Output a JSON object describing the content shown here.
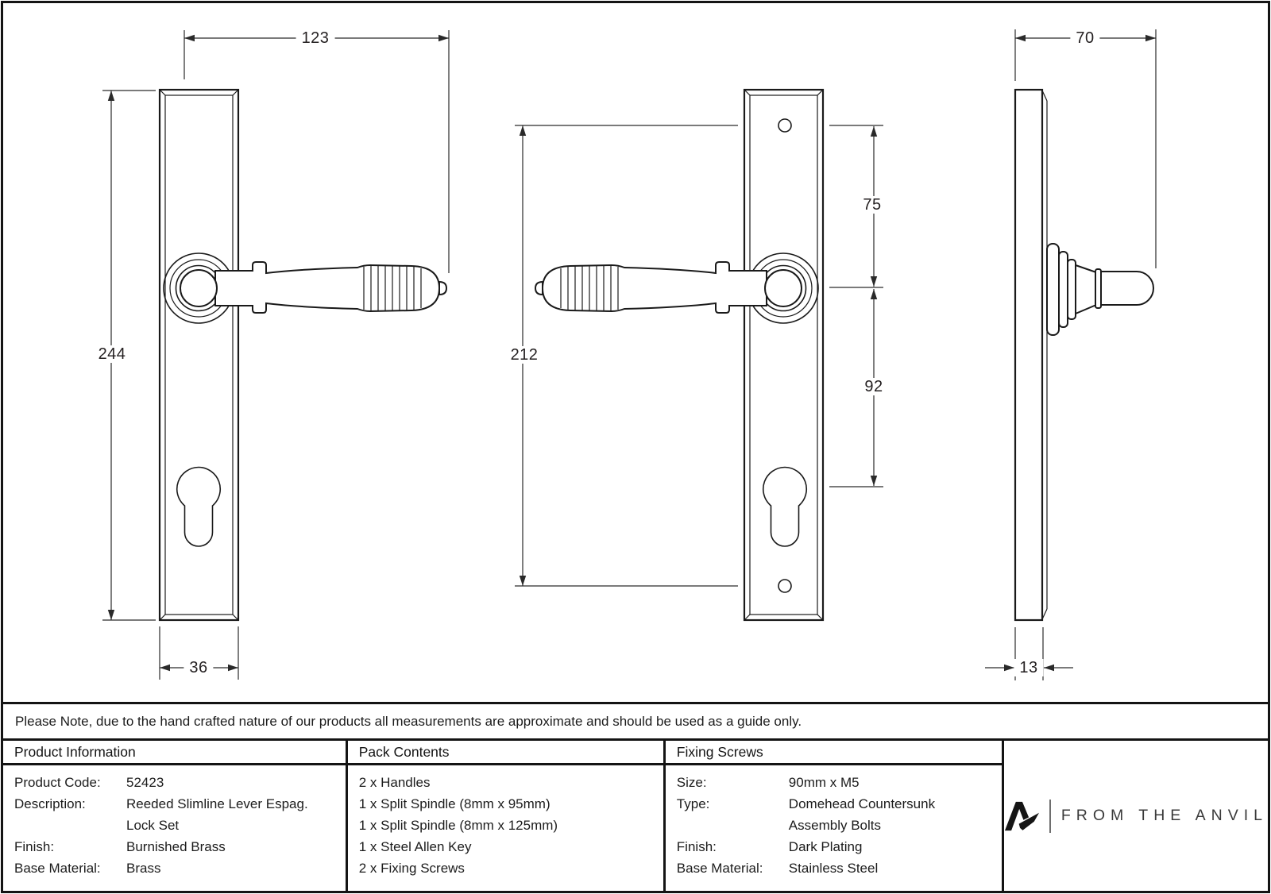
{
  "note": "Please Note, due to the hand crafted nature of our products all measurements are approximate and should be used as a guide only.",
  "dims": {
    "front_width": "123",
    "front_height": "244",
    "plate_width": "36",
    "screw_centres": "212",
    "screw_to_handle": "75",
    "handle_to_cylinder": "92",
    "side_projection": "70",
    "plate_thickness": "13"
  },
  "table": {
    "product_information": {
      "header": "Product Information",
      "rows": [
        {
          "label": "Product Code:",
          "value": "52423"
        },
        {
          "label": "Description:",
          "value": "Reeded Slimline Lever Espag."
        },
        {
          "label": "",
          "value": "Lock Set"
        },
        {
          "label": "Finish:",
          "value": "Burnished Brass"
        },
        {
          "label": "Base Material:",
          "value": "Brass"
        }
      ]
    },
    "pack_contents": {
      "header": "Pack Contents",
      "items": [
        "2 x Handles",
        "1 x Split Spindle (8mm x 95mm)",
        "1 x Split Spindle (8mm x 125mm)",
        "1 x Steel Allen Key",
        "2 x Fixing Screws"
      ]
    },
    "fixing_screws": {
      "header": "Fixing Screws",
      "rows": [
        {
          "label": "Size:",
          "value": "90mm x M5"
        },
        {
          "label": "Type:",
          "value": "Domehead Countersunk"
        },
        {
          "label": "",
          "value": "Assembly Bolts"
        },
        {
          "label": "Finish:",
          "value": "Dark Plating"
        },
        {
          "label": "Base Material:",
          "value": "Stainless Steel"
        }
      ]
    },
    "brand": {
      "name": "FROM THE ANVIL"
    }
  },
  "colors": {
    "line": "#1a1a1a",
    "text": "#1c1c1c",
    "brand_gray": "#3a3a3a"
  }
}
